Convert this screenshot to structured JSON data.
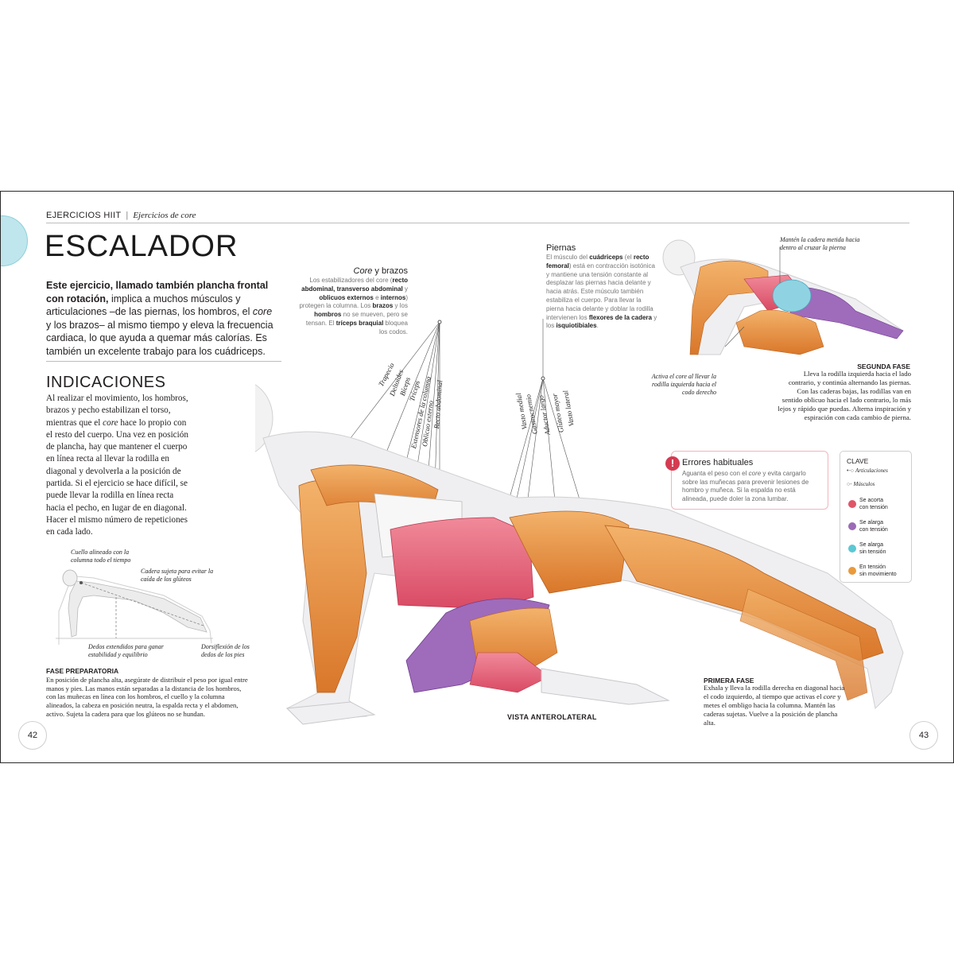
{
  "header": {
    "section": "EJERCICIOS HIIT",
    "separator": "|",
    "subsection": "Ejercicios de core"
  },
  "title": "ESCALADOR",
  "intro": {
    "bold_part": "Este ejercicio, llamado también plancha frontal con rotación,",
    "rest_1": " implica a muchos músculos y articulaciones –de las piernas, los hombros, el ",
    "core": "core",
    "rest_2": " y los brazos– al mismo tiempo y eleva la frecuencia cardiaca, lo que ayuda a quemar más calorías. Es también un excelente trabajo para los cuádriceps."
  },
  "indicaciones": {
    "heading": "INDICACIONES",
    "text_1": "Al realizar el movimiento, los hombros, brazos y pecho estabilizan el torso, mientras que el ",
    "core": "core",
    "text_2": " hace lo propio con el resto del cuerpo. Una vez en posición de plancha, hay que mantener el cuerpo en línea recta al llevar la rodilla en diagonal y devolverla a la posición de partida. Si el ejercicio se hace difícil, se puede llevar la rodilla en línea recta hacia el pecho, en lugar de en diagonal. Hacer el mismo número de repeticiones en cada lado."
  },
  "prep_figure": {
    "note_neck": "Cuello alineado con la columna todo el tiempo",
    "note_hip": "Cadera sujeta para evitar la caída de los glúteos",
    "note_fingers": "Dedos extendidos para ganar estabilidad y equilibrio",
    "note_ankle": "Dorsiflexión de los dedos de los pies"
  },
  "fase_preparatoria": {
    "heading": "FASE PREPARATORIA",
    "text": "En posición de plancha alta, asegúrate de distribuir el peso por igual entre manos y pies. Las manos están separadas a la distancia de los hombros, con las muñecas en línea con los hombros, el cuello y la columna alineados, la cabeza en posición neutra, la espalda recta y el abdomen, activo. Sujeta la cadera para que los glúteos no se hundan."
  },
  "core_brazos": {
    "heading_core": "Core",
    "heading_rest": " y brazos",
    "t1": "Los estabilizadores del core (",
    "b1": "recto abdominal, transverso abdominal",
    "t2": " y ",
    "b2": "oblicuos externos",
    "t3": " e ",
    "b3": "internos",
    "t4": ") protegen la columna. Los ",
    "b4": "brazos",
    "t5": " y los ",
    "b5": "hombros",
    "t6": " no se mueven, pero se tensan. El ",
    "b6": "tríceps braquial",
    "t7": " bloquea los codos."
  },
  "piernas": {
    "heading": "Piernas",
    "t1": "El músculo del ",
    "b1": "cuádriceps",
    "t2": " (el ",
    "b2": "recto femoral",
    "t3": ") está en contracción isotónica y mantiene una tensión constante al desplazar las piernas hacia delante y hacia atrás. Este músculo también estabiliza el cuerpo. Para llevar la pierna hacia delante y doblar la rodilla intervienen los ",
    "b3": "flexores de la cadera",
    "t4": " y los ",
    "b4": "isquiotibiales",
    "t5": "."
  },
  "muscle_labels_upper": [
    "Trapecio",
    "Deltoides",
    "Bíceps",
    "Tríceps",
    "Extensores de la columna",
    "Oblicuo externo",
    "Recto abdominal"
  ],
  "muscle_labels_legs": [
    "Vasto medial",
    "Gastrocnemio",
    "Aductor largo",
    "Glúteo mayor",
    "Vasto lateral"
  ],
  "segunda_fase": {
    "note_top": "Mantén la cadera metida hacia dentro al cruzar la pierna",
    "note_left": "Activa el core al llevar la rodilla izquierda hacia el codo derecho",
    "heading": "SEGUNDA FASE",
    "text": "Lleva la rodilla izquierda hacia el lado contrario, y continúa alternando las piernas. Con las caderas bajas, las rodillas van en sentido oblicuo hacia el lado contrario, lo más lejos y rápido que puedas. Alterna inspiración y espiración con cada cambio de pierna."
  },
  "errores": {
    "icon": "!",
    "heading": "Errores habituales",
    "t1": "Aguanta el peso con el ",
    "core": "core",
    "t2": " y evita cargarlo sobre las muñecas para prevenir lesiones de hombro y muñeca. Si la espalda no está alineada, puede doler la zona lumbar."
  },
  "clave": {
    "heading": "CLAVE",
    "articulaciones": "Articulaciones",
    "musculos": "Músculos",
    "items": [
      {
        "color": "#e05568",
        "label_1": "Se acorta",
        "label_2": "con tensión"
      },
      {
        "color": "#9b6bb5",
        "label_1": "Se alarga",
        "label_2": "con tensión"
      },
      {
        "color": "#5bc8d4",
        "label_1": "Se alarga",
        "label_2": "sin tensión"
      },
      {
        "color": "#e99a3c",
        "label_1": "En tensión",
        "label_2": "sin movimiento"
      }
    ]
  },
  "primera_fase": {
    "heading": "PRIMERA FASE",
    "t1": "Exhala y lleva la rodilla derecha en diagonal hacia el codo izquierdo, al tiempo que activas el ",
    "core": "core",
    "t2": " y metes el ombligo hacia la columna. Mantén las caderas sujetas. Vuelve a la posición de plancha alta."
  },
  "vista": "VISTA ANTEROLATERAL",
  "page_left": "42",
  "page_right": "43"
}
